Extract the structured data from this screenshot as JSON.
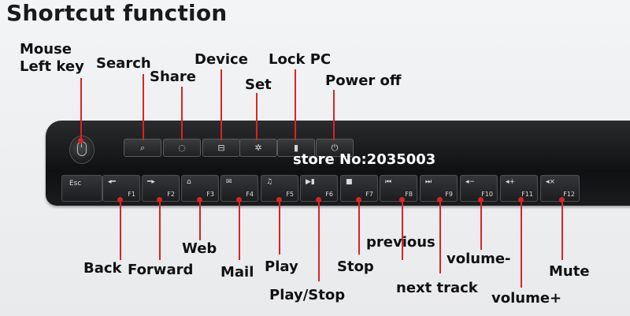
{
  "title": "Shortcut function",
  "watermark": "store No:2035003",
  "top_labels": {
    "mouse_line1": "Mouse",
    "mouse_line2": "Left key",
    "search": "Search",
    "share": "Share",
    "device": "Device",
    "set": "Set",
    "lock_pc": "Lock PC",
    "power_off": "Power off"
  },
  "bottom_labels": {
    "back": "Back",
    "forward": "Forward",
    "web": "Web",
    "mail": "Mail",
    "play": "Play",
    "play_stop": "Play/Stop",
    "stop": "Stop",
    "previous": "previous",
    "next_track": "next track",
    "volume_minus": "volume-",
    "volume_plus": "volume+",
    "mute": "Mute"
  },
  "keys": {
    "esc": "Esc",
    "f1": "F1",
    "f2": "F2",
    "f3": "F3",
    "f4": "F4",
    "f5": "F5",
    "f6": "F6",
    "f7": "F7",
    "f8": "F8",
    "f9": "F9",
    "f10": "F10",
    "f11": "F11",
    "f12": "F12"
  },
  "accent_color": "#d92424"
}
